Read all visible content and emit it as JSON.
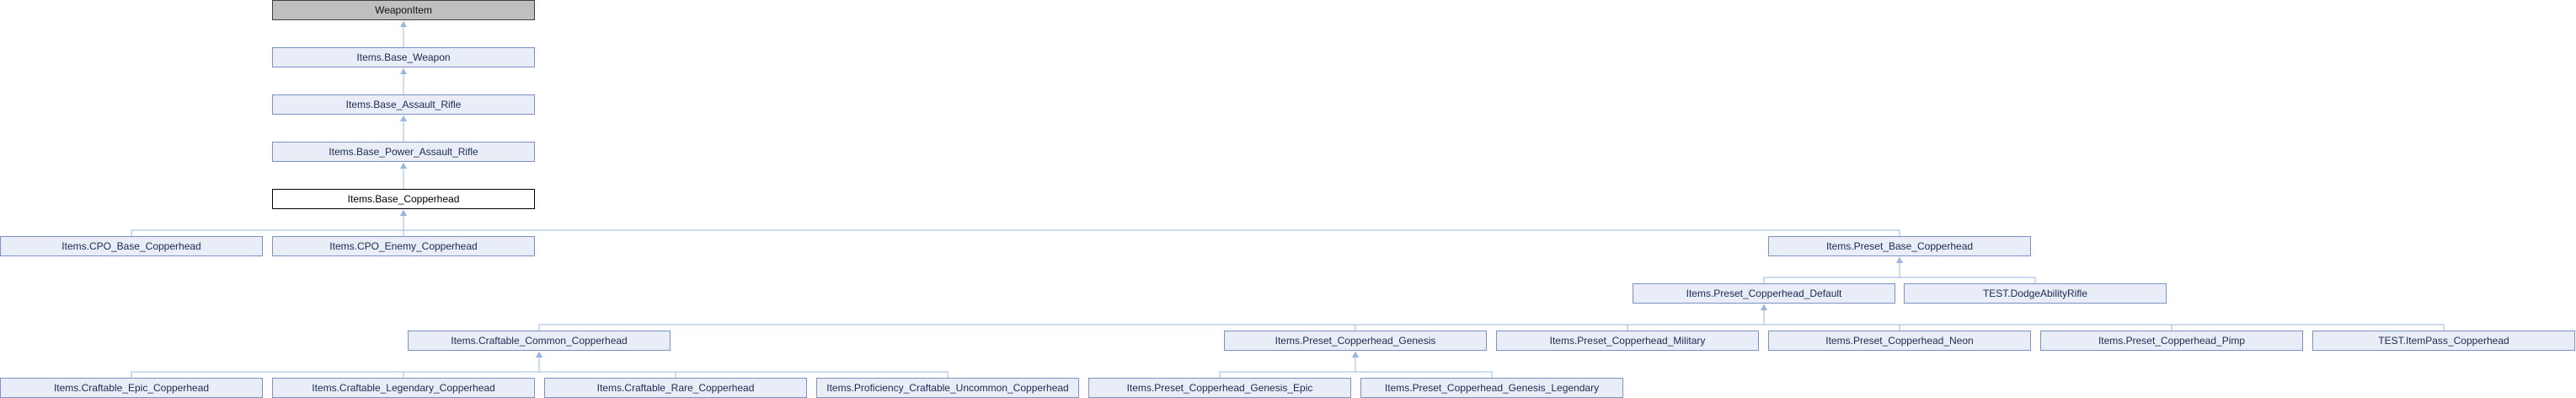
{
  "diagram": {
    "type": "class-inheritance",
    "colors": {
      "edge": "#9cb5df",
      "node_fill": "#e9edf8",
      "node_border": "#7d91c9",
      "root_fill": "#bfbfbf"
    },
    "nodes": {
      "weaponitem": "WeaponItem",
      "base_weapon": "Items.Base_Weapon",
      "base_assault_rifle": "Items.Base_Assault_Rifle",
      "base_power_assault_rifle": "Items.Base_Power_Assault_Rifle",
      "base_copperhead": "Items.Base_Copperhead",
      "cpo_base_copperhead": "Items.CPO_Base_Copperhead",
      "cpo_enemy_copperhead": "Items.CPO_Enemy_Copperhead",
      "preset_base_copperhead": "Items.Preset_Base_Copperhead",
      "preset_copperhead_default": "Items.Preset_Copperhead_Default",
      "test_dodgeabilityrifle": "TEST.DodgeAbilityRifle",
      "craftable_common_copperhead": "Items.Craftable_Common_Copperhead",
      "preset_copperhead_genesis": "Items.Preset_Copperhead_Genesis",
      "preset_copperhead_military": "Items.Preset_Copperhead_Military",
      "preset_copperhead_neon": "Items.Preset_Copperhead_Neon",
      "preset_copperhead_pimp": "Items.Preset_Copperhead_Pimp",
      "test_itempass_copperhead": "TEST.ItemPass_Copperhead",
      "craftable_epic_copperhead": "Items.Craftable_Epic_Copperhead",
      "craftable_legendary_copperhead": "Items.Craftable_Legendary_Copperhead",
      "craftable_rare_copperhead": "Items.Craftable_Rare_Copperhead",
      "proficiency_craftable_uncommon_copperhead": "Items.Proficiency_Craftable_Uncommon_Copperhead",
      "preset_copperhead_genesis_epic": "Items.Preset_Copperhead_Genesis_Epic",
      "preset_copperhead_genesis_legendary": "Items.Preset_Copperhead_Genesis_Legendary"
    },
    "edges": [
      [
        "weaponitem",
        "base_weapon"
      ],
      [
        "base_weapon",
        "base_assault_rifle"
      ],
      [
        "base_assault_rifle",
        "base_power_assault_rifle"
      ],
      [
        "base_power_assault_rifle",
        "base_copperhead"
      ],
      [
        "base_copperhead",
        "cpo_base_copperhead"
      ],
      [
        "base_copperhead",
        "cpo_enemy_copperhead"
      ],
      [
        "base_copperhead",
        "preset_base_copperhead"
      ],
      [
        "preset_base_copperhead",
        "preset_copperhead_default"
      ],
      [
        "preset_base_copperhead",
        "test_dodgeabilityrifle"
      ],
      [
        "preset_copperhead_default",
        "craftable_common_copperhead"
      ],
      [
        "preset_copperhead_default",
        "preset_copperhead_genesis"
      ],
      [
        "preset_copperhead_default",
        "preset_copperhead_military"
      ],
      [
        "preset_copperhead_default",
        "preset_copperhead_neon"
      ],
      [
        "preset_copperhead_default",
        "preset_copperhead_pimp"
      ],
      [
        "preset_copperhead_default",
        "test_itempass_copperhead"
      ],
      [
        "craftable_common_copperhead",
        "craftable_epic_copperhead"
      ],
      [
        "craftable_common_copperhead",
        "craftable_legendary_copperhead"
      ],
      [
        "craftable_common_copperhead",
        "craftable_rare_copperhead"
      ],
      [
        "craftable_common_copperhead",
        "proficiency_craftable_uncommon_copperhead"
      ],
      [
        "preset_copperhead_genesis",
        "preset_copperhead_genesis_epic"
      ],
      [
        "preset_copperhead_genesis",
        "preset_copperhead_genesis_legendary"
      ]
    ]
  }
}
